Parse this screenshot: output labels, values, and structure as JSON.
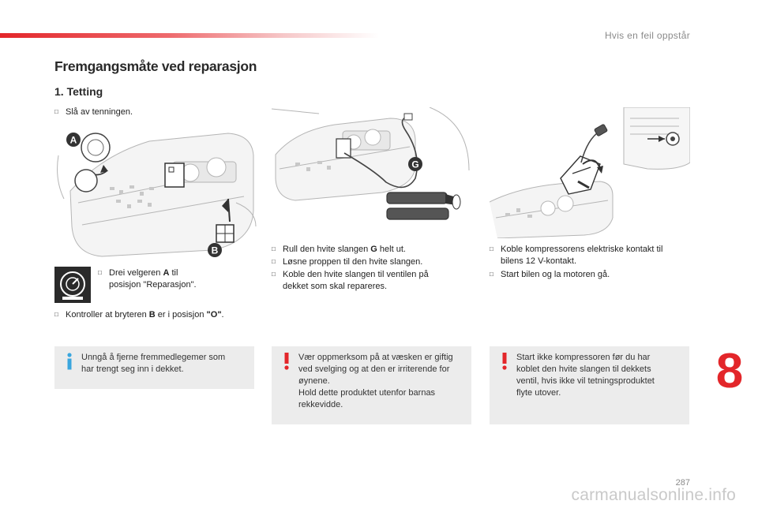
{
  "header": {
    "section": "Hvis en feil oppstår"
  },
  "title": "Fremgangsmåte ved reparasjon",
  "subtitle": "1. Tetting",
  "steps": {
    "ignition_off": "Slå av tenningen.",
    "dial": {
      "p1": "Drei velgeren ",
      "bold": "A",
      "p2": " til",
      "line2": "posisjon \"Reparasjon\"."
    },
    "switch": {
      "p1": "Kontroller at bryteren ",
      "bold1": "B",
      "p2": " er i posisjon ",
      "bold2": "\"O\"",
      "p3": "."
    },
    "hose_unroll": {
      "p1": "Rull den hvite slangen ",
      "bold": "G",
      "p2": " helt ut."
    },
    "cap_remove": "Løsne proppen til den hvite slangen.",
    "connect_valve": {
      "line1": "Koble den hvite slangen til ventilen på",
      "line2": "dekket som skal repareres."
    },
    "connect_power": {
      "line1": "Koble kompressorens elektriske kontakt til",
      "line2": "bilens 12 V-kontakt."
    },
    "start_car": "Start bilen og la motoren gå."
  },
  "labels": {
    "a": "A",
    "b": "B",
    "g": "G"
  },
  "notes": {
    "info": {
      "line1": "Unngå å fjerne fremmedlegemer som",
      "line2": "har trengt seg inn i dekket."
    },
    "warning1": {
      "line1": "Vær oppmerksom på at væsken er giftig",
      "line2": "ved svelging og at den er irriterende for",
      "line3": "øynene.",
      "line4": "Hold dette produktet utenfor barnas",
      "line5": "rekkevidde."
    },
    "warning2": {
      "line1": "Start ikke kompressoren før du har",
      "line2": "koblet den hvite slangen til dekkets",
      "line3": "ventil, hvis ikke vil tetningsproduktet",
      "line4": "flyte utover."
    }
  },
  "chapter": "8",
  "page_number": "287",
  "watermark": "carmanualsonline.info",
  "colors": {
    "accent": "#e3262a",
    "info_blue": "#3aa6de",
    "note_bg": "#ececec",
    "text": "#222222"
  }
}
